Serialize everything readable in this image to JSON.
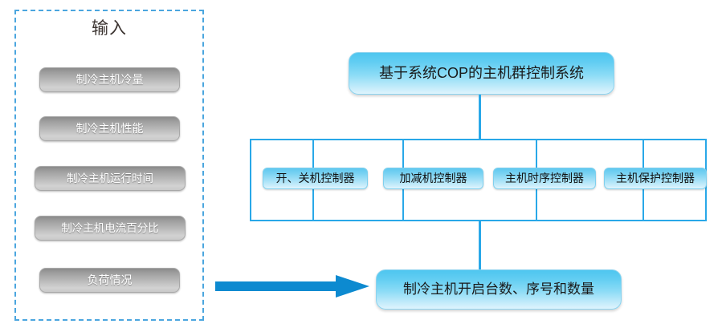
{
  "diagram": {
    "input_panel": {
      "title": "输入",
      "items": [
        {
          "label": "制冷主机冷量"
        },
        {
          "label": "制冷主机性能"
        },
        {
          "label": "制冷主机运行时间"
        },
        {
          "label": "制冷主机电流百分比"
        },
        {
          "label": "负荷情况"
        }
      ]
    },
    "system_title": "基于系统COP的主机群控制系统",
    "controllers": [
      {
        "label": "开、关机控制器"
      },
      {
        "label": "加减机控制器"
      },
      {
        "label": "主机时序控制器"
      },
      {
        "label": "主机保护控制器"
      }
    ],
    "output": "制冷主机开启台数、序号和数量",
    "colors": {
      "dashed_border": "#4ba6df",
      "connector_line": "#29a8e8",
      "arrow": "#0d8ad0",
      "blue_box_top": "#4ec6ef",
      "blue_box_bottom": "#dff4fd",
      "gray_pill_top": "#8a8a8a",
      "gray_pill_bottom": "#d2d2d2",
      "title_text": "#3b3330"
    }
  }
}
